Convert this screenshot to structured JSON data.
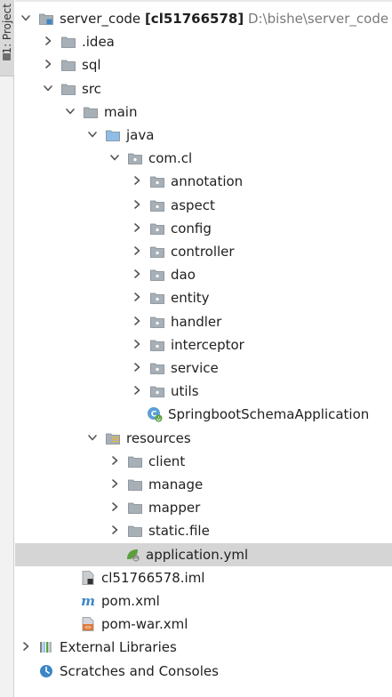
{
  "sidebar": {
    "tab_label": "1: Project"
  },
  "tree": {
    "root": {
      "name": "server_code",
      "module": "[cl51766578]",
      "path": "D:\\bishe\\server_code"
    },
    "idea": ".idea",
    "sql": "sql",
    "src": "src",
    "main": "main",
    "java": "java",
    "pkg": "com.cl",
    "packages": [
      "annotation",
      "aspect",
      "config",
      "controller",
      "dao",
      "entity",
      "handler",
      "interceptor",
      "service",
      "utils"
    ],
    "app_class": "SpringbootSchemaApplication",
    "resources": "resources",
    "resource_folders": [
      "client",
      "manage",
      "mapper",
      "static.file"
    ],
    "app_yml": "application.yml",
    "iml": "cl51766578.iml",
    "pom": "pom.xml",
    "pom_war": "pom-war.xml",
    "ext_libs": "External Libraries",
    "scratches": "Scratches and Consoles"
  },
  "colors": {
    "folder": "#a8b0b7",
    "source_folder": "#8fbde8",
    "selection": "#d5d5d5",
    "spring_green": "#5b9f3c",
    "maven_blue": "#3d86c6",
    "xml_orange": "#e07a3c"
  }
}
